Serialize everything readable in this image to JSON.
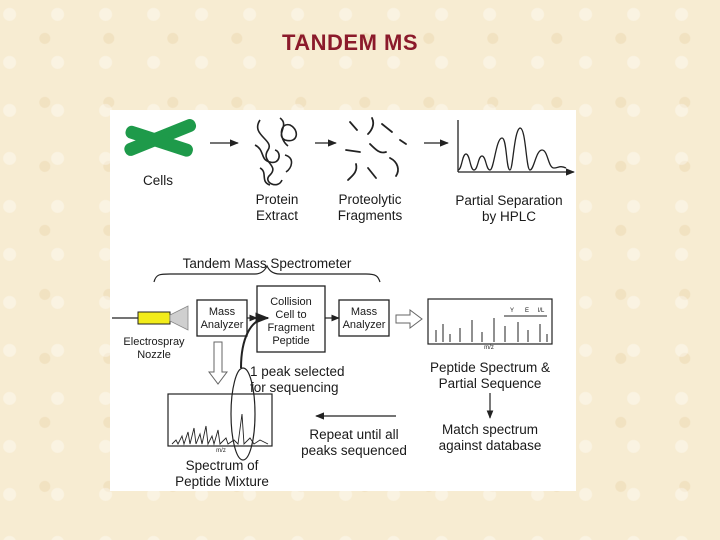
{
  "slide": {
    "title": "TANDEM MS"
  },
  "workflow": {
    "cells": "Cells",
    "protein_extract": [
      "Protein",
      "Extract"
    ],
    "proteolytic_fragments": [
      "Proteolytic",
      "Fragments"
    ],
    "partial_separation": [
      "Partial Separation",
      "by HPLC"
    ]
  },
  "instrument": {
    "tandem_ms_label": "Tandem Mass Spectrometer",
    "electrospray_nozzle": [
      "Electrospray",
      "Nozzle"
    ],
    "mass_analyzer_1": [
      "Mass",
      "Analyzer"
    ],
    "collision_cell": [
      "Collision",
      "Cell to",
      "Fragment",
      "Peptide"
    ],
    "mass_analyzer_2": [
      "Mass",
      "Analyzer"
    ]
  },
  "analysis": {
    "peak_selected": [
      "1 peak selected",
      "for sequencing"
    ],
    "spectrum_mixture": [
      "Spectrum of",
      "Peptide Mixture"
    ],
    "mixture_axis": "m/z",
    "peptide_spectrum": [
      "Peptide Spectrum &",
      "Partial Sequence"
    ],
    "peptide_axis": "m/z",
    "sequence_letters": [
      "Y",
      "E",
      "I/L"
    ],
    "repeat_note": [
      "Repeat until all",
      "peaks sequenced"
    ],
    "match_spectrum": [
      "Match spectrum",
      "against database"
    ]
  },
  "colors": {
    "title": "#8b1a2b",
    "background": "#f7ecd2",
    "cell_green": "#1e9a4a",
    "nozzle_yellow": "#f2ec1a"
  }
}
